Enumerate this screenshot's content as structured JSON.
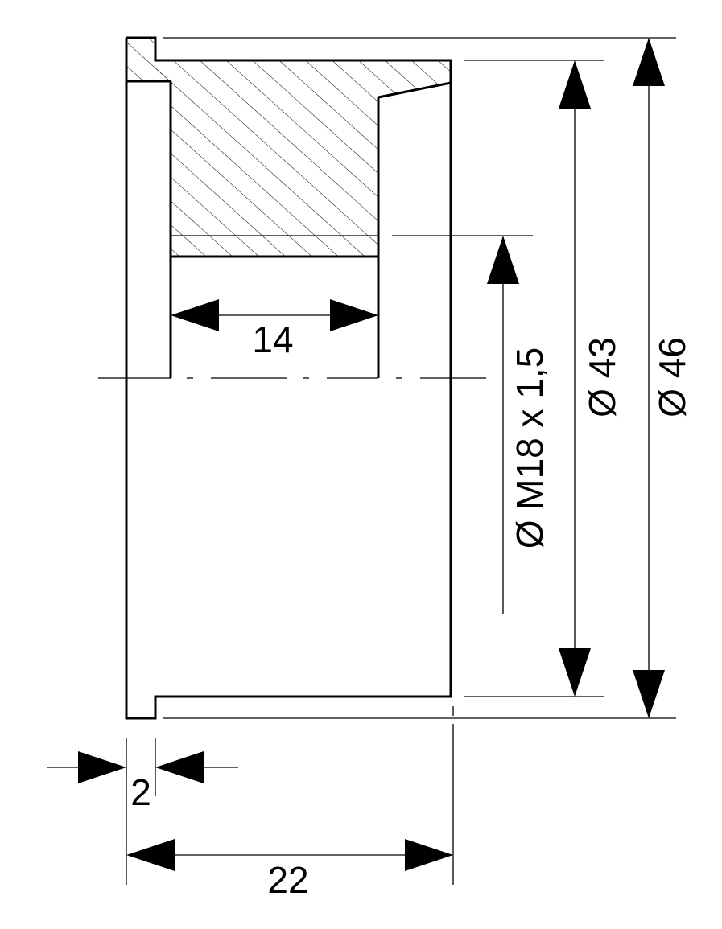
{
  "drawing": {
    "labels": {
      "bore_width": "14",
      "flange_thickness": "2",
      "overall_length": "22",
      "thread_diameter": "Ø M18 x 1,5",
      "body_diameter": "Ø 43",
      "flange_diameter": "Ø 46"
    }
  }
}
